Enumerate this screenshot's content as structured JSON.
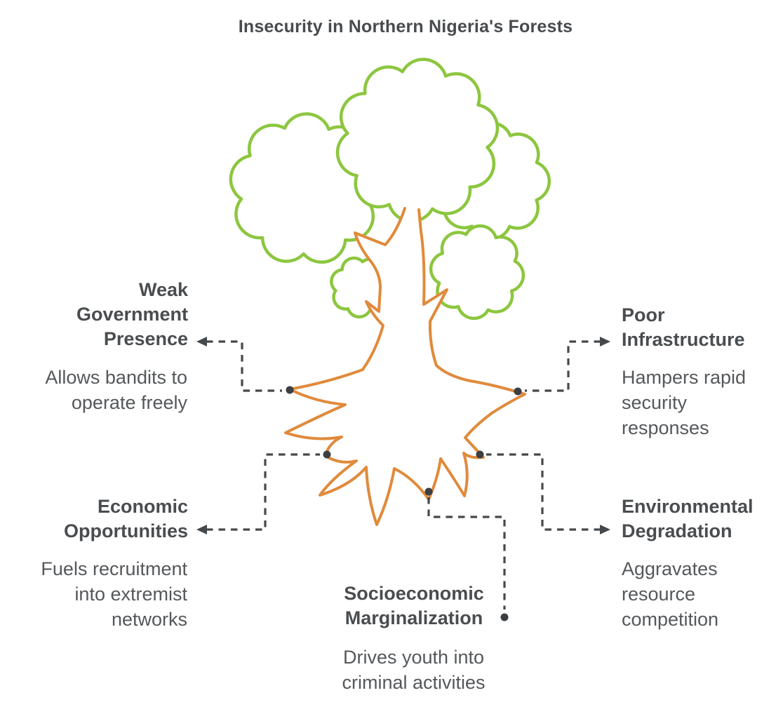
{
  "title": "Insecurity in Northern Nigeria's Forests",
  "illustration": {
    "name": "tree-with-exposed-roots",
    "canopy_color": "#8cc63f",
    "trunk_color": "#e08a3c",
    "connector_color": "#45484b",
    "dot_color": "#3b3f42",
    "heading_color": "#494d50",
    "body_color": "#55585b"
  },
  "factors": [
    {
      "id": "weak-government-presence",
      "heading": "Weak Government Presence",
      "description": "Allows bandits to operate freely",
      "position": "upper-left"
    },
    {
      "id": "poor-infrastructure",
      "heading": "Poor Infrastructure",
      "description": "Hampers rapid security responses",
      "position": "upper-right"
    },
    {
      "id": "economic-opportunities",
      "heading": "Economic Opportunities",
      "description": "Fuels recruitment into extremist networks",
      "position": "lower-left"
    },
    {
      "id": "environmental-degradation",
      "heading": "Environmental Degradation",
      "description": "Aggravates resource competition",
      "position": "lower-right"
    },
    {
      "id": "socioeconomic-marginalization",
      "heading": "Socioeconomic Marginalization",
      "description": "Drives youth into criminal activities",
      "position": "bottom-center"
    }
  ]
}
